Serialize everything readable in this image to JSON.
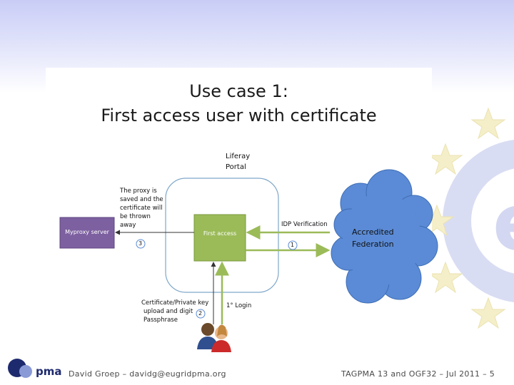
{
  "slide": {
    "title_line1": "Use case 1:",
    "title_line2": "First access user with certificate"
  },
  "diagram": {
    "portal_label_line1": "Liferay",
    "portal_label_line2": "Portal",
    "first_access": "First access",
    "myproxy": "Myproxy server",
    "federation_line1": "Accredited",
    "federation_line2": "Federation",
    "proxy_note": [
      "The proxy is",
      "saved and the",
      "certificate will",
      "be thrown",
      "away"
    ],
    "idp_verification": "IDP Verification",
    "cert_note": [
      "Certificate/Private key",
      "upload and digit",
      "Passphrase"
    ],
    "first_login": "1° Login",
    "step1": "1",
    "step2": "2",
    "step3": "3"
  },
  "footer": {
    "left": "David Groep – davidg@eugridpma.org",
    "right": "TAGPMA 13 and OGF32 – Jul 2011 – 5",
    "logo_text": "pma"
  },
  "colors": {
    "first_access_fill": "#9bbb59",
    "myproxy_fill": "#7d60a0",
    "cloud_fill": "#5b8bd6",
    "green_arrow": "#9bbb59",
    "portal_border": "#7fa7c9"
  }
}
